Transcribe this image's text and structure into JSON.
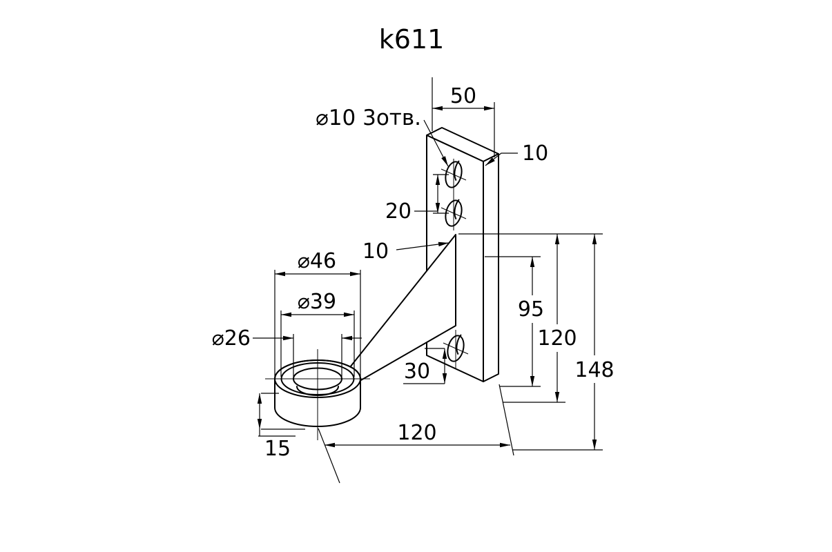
{
  "drawing": {
    "title": "k611",
    "notes": {
      "holes_note": "⌀10 3отв."
    },
    "dims": {
      "plate_width": "50",
      "plate_thickness": "10",
      "hole_pitch": "20",
      "rib_thickness": "10",
      "boss_outer_dia": "⌀46",
      "boss_rim_dia": "⌀39",
      "boss_bore_dia": "⌀26",
      "height_95": "95",
      "height_120": "120",
      "height_148": "148",
      "hole_offset_30": "30",
      "boss_height_15": "15",
      "base_width_120": "120"
    }
  }
}
